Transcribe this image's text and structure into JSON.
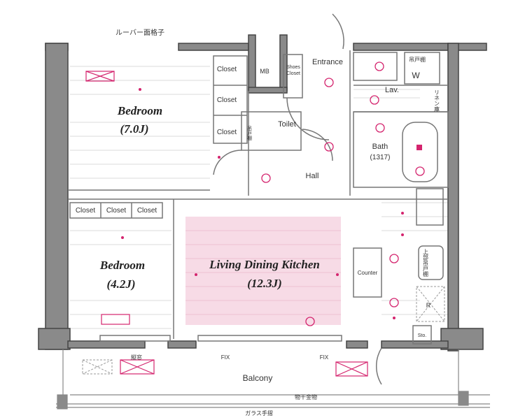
{
  "colors": {
    "wall": "#8a8a8a",
    "wall_edge": "#444444",
    "line": "#777777",
    "accent": "#d4246e",
    "ldk_fill": "#f7dbe6"
  },
  "top_label": "ルーバー面格子",
  "rooms": {
    "bedroom1": {
      "name": "Bedroom",
      "size": "(7.0J)"
    },
    "bedroom2": {
      "name": "Bedroom",
      "size": "(4.2J)"
    },
    "ldk": {
      "name": "Living Dining Kitchen",
      "size": "(12.3J)"
    },
    "entrance": "Entrance",
    "hall": "Hall",
    "toilet": "Toilet",
    "lav": "Lav.",
    "bath": {
      "name": "Bath",
      "size": "(1317)"
    },
    "balcony": "Balcony"
  },
  "closets": [
    "Closet",
    "Closet",
    "Closet",
    "Closet",
    "Closet",
    "Closet"
  ],
  "labels": {
    "mb": "MB",
    "shoes_closet": [
      "Shoes",
      "Closet"
    ],
    "washer": "W",
    "hanging_cabinet": "吊戸棚",
    "linen": "リネン庫",
    "toilet_cabinet": "吊戸棚",
    "upper_cabinet": "上部吊戸棚",
    "counter": "Counter",
    "fridge": "R",
    "storage": "Sto.",
    "vertical_window": "縦窓",
    "fix1": "FIX",
    "fix2": "FIX",
    "laundry_hardware": "物干金物",
    "glass_railing": "ガラス手摺"
  }
}
